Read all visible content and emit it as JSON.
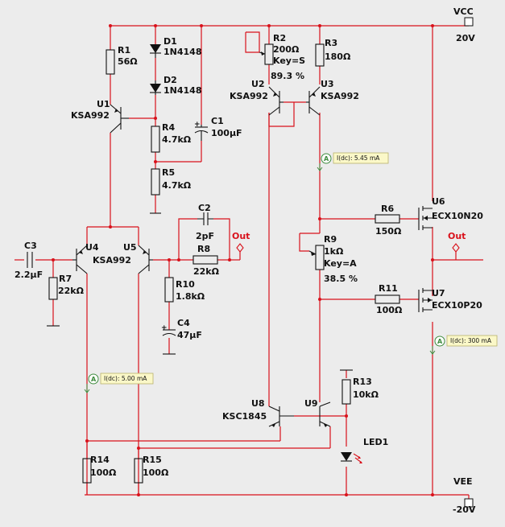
{
  "rails": {
    "vcc_name": "VCC",
    "vcc_value": "20V",
    "vee_name": "VEE",
    "vee_value": "-20V"
  },
  "components": {
    "R1": {
      "ref": "R1",
      "value": "56Ω"
    },
    "D1": {
      "ref": "D1",
      "value": "1N4148"
    },
    "D2": {
      "ref": "D2",
      "value": "1N4148"
    },
    "U1": {
      "ref": "U1",
      "value": "KSA992"
    },
    "R4": {
      "ref": "R4",
      "value": "4.7kΩ"
    },
    "C1": {
      "ref": "C1",
      "value": "100µF"
    },
    "R5": {
      "ref": "R5",
      "value": "4.7kΩ"
    },
    "R2": {
      "ref": "R2",
      "value": "200Ω",
      "key": "Key=S",
      "percent": "89.3 %"
    },
    "R3": {
      "ref": "R3",
      "value": "180Ω"
    },
    "U2": {
      "ref": "U2",
      "value": "KSA992"
    },
    "U3": {
      "ref": "U3",
      "value": "KSA992"
    },
    "C2": {
      "ref": "C2",
      "value": "2pF"
    },
    "R8": {
      "ref": "R8",
      "value": "22kΩ"
    },
    "C3": {
      "ref": "C3",
      "value": "2.2µF"
    },
    "R7": {
      "ref": "R7",
      "value": "22kΩ"
    },
    "U4": {
      "ref": "U4"
    },
    "U5": {
      "ref": "U5",
      "value": "KSA992"
    },
    "R10": {
      "ref": "R10",
      "value": "1.8kΩ"
    },
    "C4": {
      "ref": "C4",
      "value": "47µF"
    },
    "R6": {
      "ref": "R6",
      "value": "150Ω"
    },
    "U6": {
      "ref": "U6",
      "value": "ECX10N20"
    },
    "R9": {
      "ref": "R9",
      "value": "1kΩ",
      "key": "Key=A",
      "percent": "38.5 %"
    },
    "R11": {
      "ref": "R11",
      "value": "100Ω"
    },
    "U7": {
      "ref": "U7",
      "value": "ECX10P20"
    },
    "R13": {
      "ref": "R13",
      "value": "10kΩ"
    },
    "U8": {
      "ref": "U8",
      "value": "KSC1845"
    },
    "U9": {
      "ref": "U9"
    },
    "LED1": {
      "ref": "LED1"
    },
    "R14": {
      "ref": "R14",
      "value": "100Ω"
    },
    "R15": {
      "ref": "R15",
      "value": "100Ω"
    }
  },
  "nets": {
    "out_left": "Out",
    "out_right": "Out"
  },
  "probes": {
    "p1": {
      "letter": "A",
      "text": "I(dc): 5.45 mA"
    },
    "p2": {
      "letter": "A",
      "text": "I(dc): 300 mA"
    },
    "p3": {
      "letter": "A",
      "text": "I(dc): 5.00 mA"
    }
  },
  "colors": {
    "wire": "#d9111b",
    "background": "#ececec",
    "probe_fill": "#fbf8c8",
    "probe_green": "#3f8c3f"
  }
}
